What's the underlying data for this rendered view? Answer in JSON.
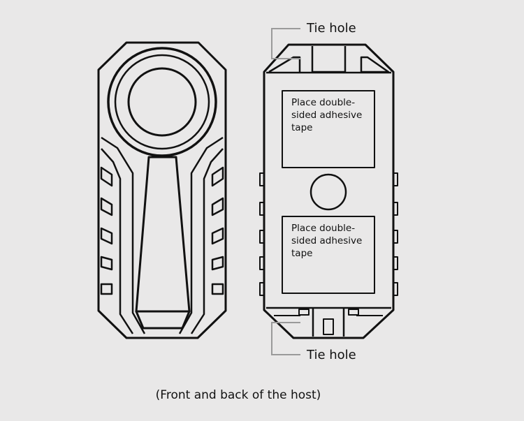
{
  "labels": {
    "tie_hole_top": "Tie hole",
    "tie_hole_bottom": "Tie hole",
    "tape_top": [
      "Place double-",
      "sided adhesive",
      "tape"
    ],
    "tape_bottom": [
      "Place double-",
      "sided adhesive",
      "tape"
    ],
    "caption": "(Front and back of the host)"
  },
  "colors": {
    "background": "#e9e8e8",
    "stroke": "#111111",
    "leader": "#9a9a9a"
  }
}
